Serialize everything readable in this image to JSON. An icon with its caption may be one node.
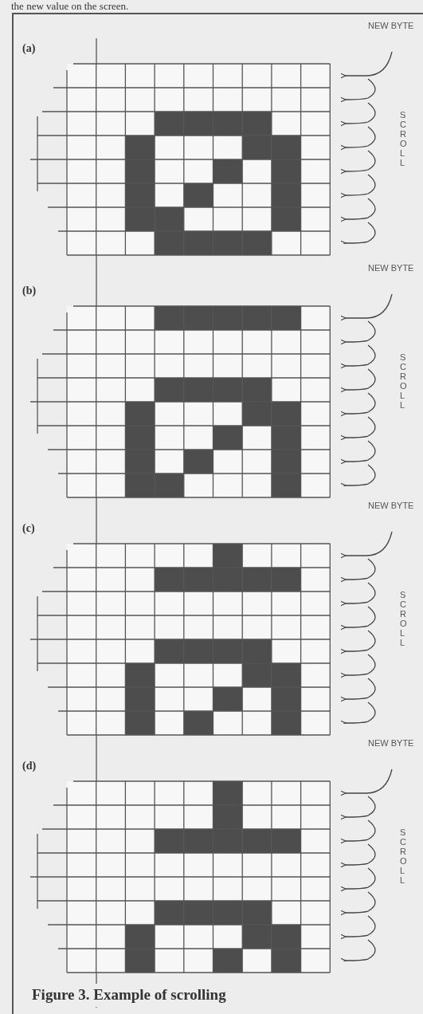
{
  "diagram": {
    "caption": "Figure 3. Example of scrolling",
    "labels": [
      "the new value on the screen.",
      "(a)",
      "NEW BYTE",
      "SCROLL",
      "(b)",
      "NEW BYTE",
      "SCROLL",
      "(c)",
      "NEW BYTE",
      "SCROLL",
      "(d)",
      "NEW BYTE",
      "SCROLL"
    ]
  }
}
